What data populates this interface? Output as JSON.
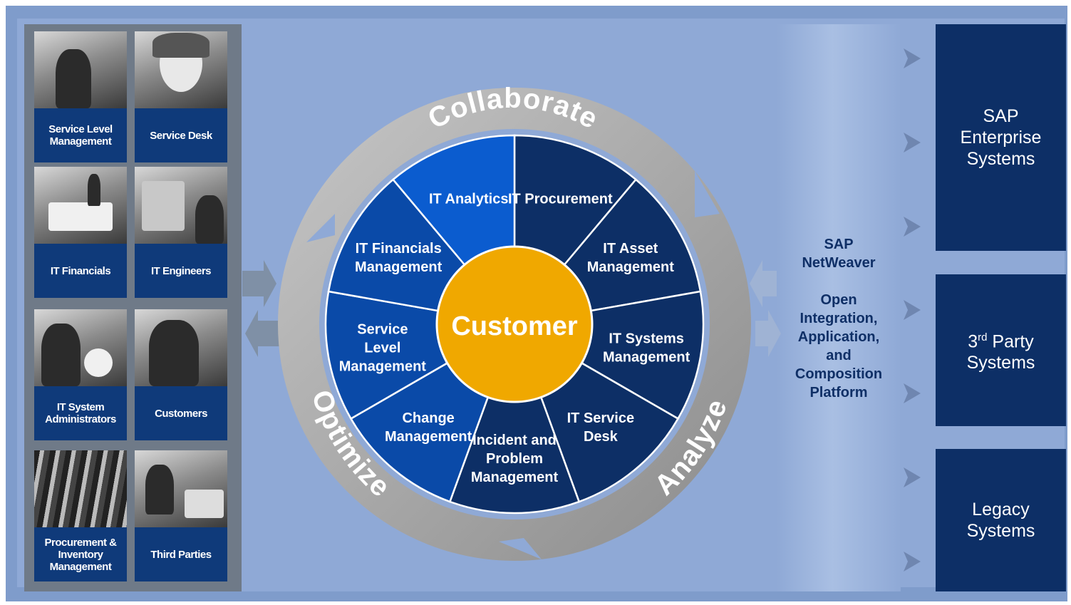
{
  "left_panel": {
    "tiles": [
      {
        "label": "Service Level Management"
      },
      {
        "label": "Service Desk"
      },
      {
        "label": "IT Financials"
      },
      {
        "label": "IT Engineers"
      },
      {
        "label": "IT System Administrators"
      },
      {
        "label": "Customers"
      },
      {
        "label": "Procurement & Inventory Management"
      },
      {
        "label": "Third Parties"
      }
    ]
  },
  "wheel": {
    "center": "Customer",
    "segments": [
      {
        "lines": [
          "IT Analytics"
        ]
      },
      {
        "lines": [
          "IT Procurement"
        ]
      },
      {
        "lines": [
          "IT Asset",
          "Management"
        ]
      },
      {
        "lines": [
          "IT Systems",
          "Management"
        ]
      },
      {
        "lines": [
          "IT Service",
          "Desk"
        ]
      },
      {
        "lines": [
          "Incident and",
          "Problem",
          "Management"
        ]
      },
      {
        "lines": [
          "Change",
          "Management"
        ]
      },
      {
        "lines": [
          "Service",
          "Level",
          "Management"
        ]
      },
      {
        "lines": [
          "IT Financials",
          "Management"
        ]
      }
    ],
    "ring_labels": {
      "top": "Collaborate",
      "left": "Optimize",
      "right": "Analyze"
    }
  },
  "netweaver": {
    "lines": [
      "SAP",
      "NetWeaver",
      "",
      "Open",
      "Integration,",
      "Application,",
      "and",
      "Composition",
      "Platform"
    ]
  },
  "systems": {
    "sap": [
      "SAP",
      "Enterprise",
      "Systems"
    ],
    "third_party": {
      "prefix": "3",
      "sup": "rd",
      "suffix": " Party",
      "line2": "Systems"
    },
    "legacy": [
      "Legacy",
      "Systems"
    ]
  },
  "colors": {
    "segment_light": "#0b5ccf",
    "segment_mid": "#0a4aa8",
    "segment_dark": "#0d2f66",
    "center": "#f0a800",
    "ring": "#a9a9a9"
  }
}
